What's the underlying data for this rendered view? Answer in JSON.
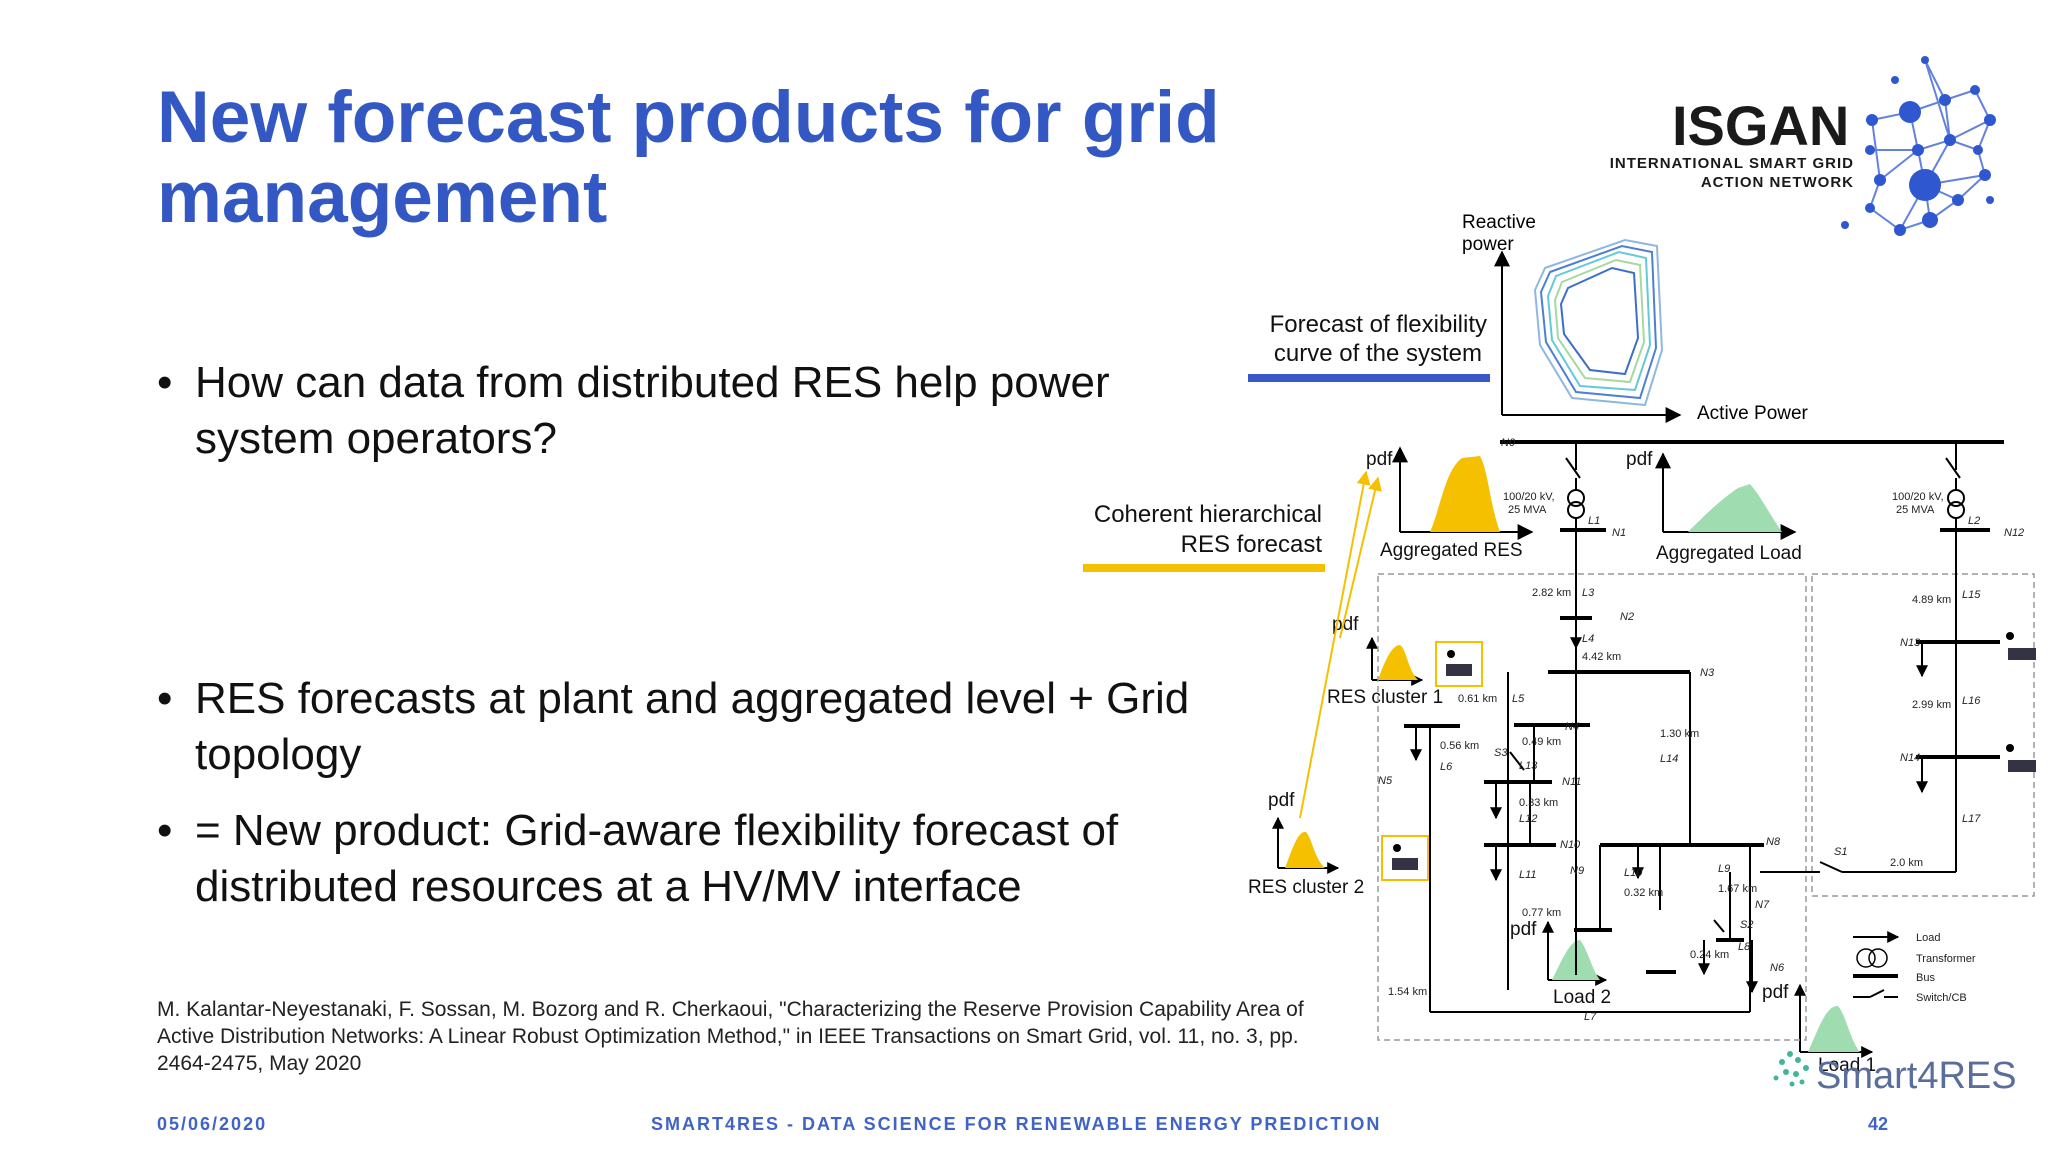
{
  "slide": {
    "title": "New forecast products for grid management",
    "bullets_top": [
      "How can data from distributed RES help power system operators?"
    ],
    "bullets_bottom": [
      "RES forecasts at plant and aggregated level + Grid topology",
      "= New product: Grid-aware flexibility forecast of distributed resources at a HV/MV interface"
    ],
    "bullet_char": "•",
    "citation": "M. Kalantar-Neyestanaki, F. Sossan, M. Bozorg and R. Cherkaoui, \"Characterizing the Reserve Provision Capability Area of Active Distribution Networks: A Linear Robust Optimization Method,\" in IEEE Transactions on Smart Grid, vol. 11, no. 3, pp. 2464-2475, May 2020"
  },
  "footer": {
    "date": "05/06/2020",
    "center": "SMART4RES - DATA SCIENCE FOR RENEWABLE ENERGY PREDICTION",
    "page": "42"
  },
  "logos": {
    "isgan_name": "ISGAN",
    "isgan_line1": "INTERNATIONAL SMART GRID",
    "isgan_line2": "ACTION NETWORK",
    "smart4res": "Smart4RES"
  },
  "colors": {
    "title_blue": "#3358c4",
    "flexibility_line_blue": "#3b56c8",
    "res_yellow": "#f5c000",
    "load_green": "#9fdcb0"
  },
  "diagram": {
    "flex_caption_1": "Forecast of flexibility",
    "flex_caption_2": "curve of the system",
    "reactive_1": "Reactive",
    "reactive_2": "power",
    "active_power": "Active Power",
    "coherent_1": "Coherent hierarchical",
    "coherent_2": "RES forecast",
    "pdf": "pdf",
    "aggregated_res": "Aggregated RES",
    "aggregated_load": "Aggregated Load",
    "res_cluster_1": "RES cluster 1",
    "res_cluster_2": "RES cluster 2",
    "load_1": "Load 1",
    "load_2": "Load 2",
    "nodes": {
      "n0": "N0",
      "n1": "N1",
      "n2": "N2",
      "n3": "N3",
      "n4": "N4",
      "n5": "N5",
      "n6": "N6",
      "n7": "N7",
      "n8": "N8",
      "n9": "N9",
      "n10": "N10",
      "n11": "N11",
      "n12": "N12",
      "n13": "N13",
      "n14": "N14"
    },
    "lines": {
      "l1": "L1",
      "l2": "L2",
      "l3": "L3",
      "l4": "L4",
      "l5": "L5",
      "l6": "L6",
      "l7": "L7",
      "l8": "L8",
      "l9": "L9",
      "l10": "L10",
      "l11": "L11",
      "l12": "L12",
      "l13": "L13",
      "l14": "L14",
      "l15": "L15",
      "l16": "L16",
      "l17": "L17"
    },
    "switches": {
      "s1": "S1",
      "s2": "S2",
      "s3": "S3"
    },
    "transformer_1a": "100/20 kV,",
    "transformer_1b": "25 MVA",
    "transformer_2a": "100/20 kV,",
    "transformer_2b": "25 MVA",
    "distances": {
      "d282": "2.82 km",
      "d442": "4.42 km",
      "d061": "0.61 km",
      "d049": "0.49 km",
      "d056": "0.56 km",
      "d130": "1.30 km",
      "d033": "0.33 km",
      "d077": "0.77 km",
      "d032": "0.32 km",
      "d167": "1.67 km",
      "d024": "0.24 km",
      "d154": "1.54 km",
      "d489": "4.89 km",
      "d299": "2.99 km",
      "d20": "2.0 km"
    },
    "legend": {
      "load": "Load",
      "transformer": "Transformer",
      "bus": "Bus",
      "switch": "Switch/CB"
    }
  }
}
